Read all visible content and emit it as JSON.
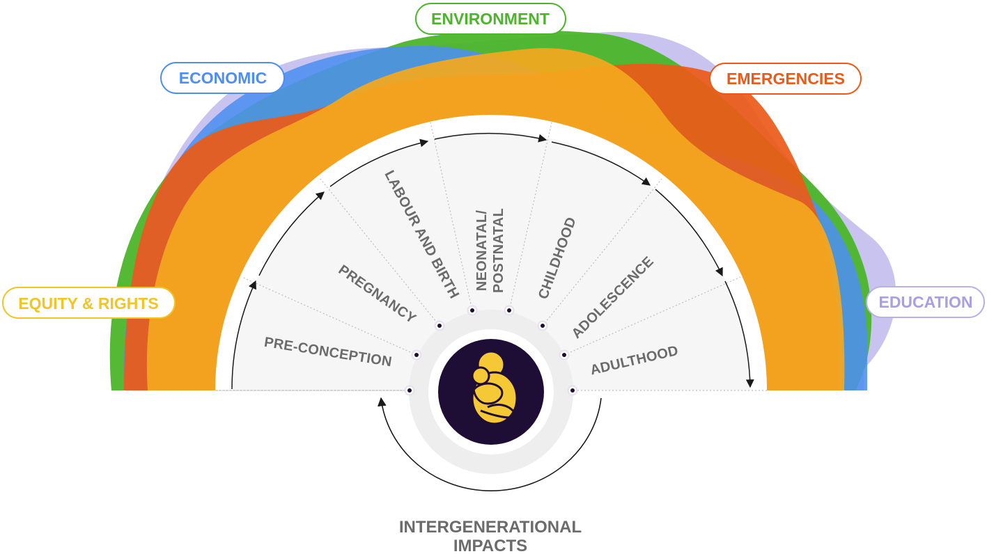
{
  "colors": {
    "environment": "#4cb52a",
    "economic": "#4c8ff0",
    "emergencies": "#ec5a18",
    "education": "#b7b0ea",
    "equity": "#f4a81e",
    "equity_text": "#f2c425",
    "center_bg": "#1e0d35",
    "figure": "#f5c836",
    "stage_text": "#6b6b6b"
  },
  "domains": {
    "environment": "ENVIRONMENT",
    "economic": "ECONOMIC",
    "emergencies": "EMERGENCIES",
    "education": "EDUCATION",
    "equity": "EQUITY & RIGHTS"
  },
  "stages": [
    "PRE-CONCEPTION",
    "PREGNANCY",
    "LABOUR AND BIRTH",
    "NEONATAL/",
    "POSTNATAL",
    "CHILDHOOD",
    "ADOLESCENCE",
    "ADULTHOOD"
  ],
  "footer": {
    "line1": "INTERGENERATIONAL",
    "line2": "IMPACTS"
  }
}
